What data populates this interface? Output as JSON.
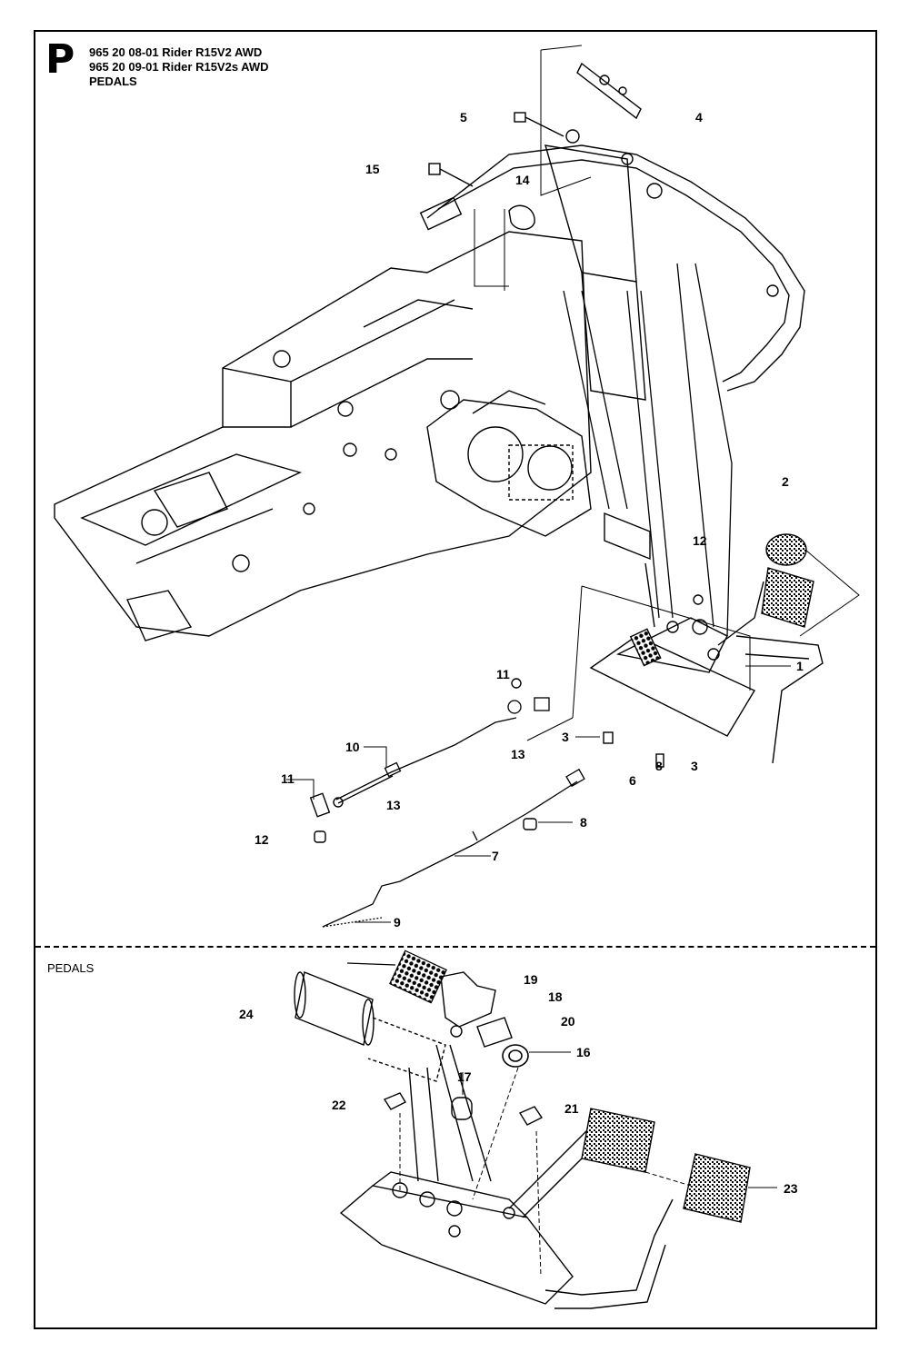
{
  "header": {
    "logo": "P",
    "line1": "965 20 08-01 Rider R15V2 AWD",
    "line2": "965 20 09-01 Rider R15V2s AWD",
    "line3": "PEDALS"
  },
  "section2_title": "PEDALS",
  "callouts": {
    "c1": "1",
    "c2": "2",
    "c3a": "3",
    "c3b": "3",
    "c4": "4",
    "c5": "5",
    "c6": "6",
    "c7": "7",
    "c8a": "8",
    "c8b": "8",
    "c9": "9",
    "c10": "10",
    "c11a": "11",
    "c11b": "11",
    "c12a": "12",
    "c12b": "12",
    "c13a": "13",
    "c13b": "13",
    "c14": "14",
    "c15": "15",
    "c16": "16",
    "c17": "17",
    "c18": "18",
    "c19": "19",
    "c20": "20",
    "c21": "21",
    "c22": "22",
    "c23": "23",
    "c24": "24"
  }
}
